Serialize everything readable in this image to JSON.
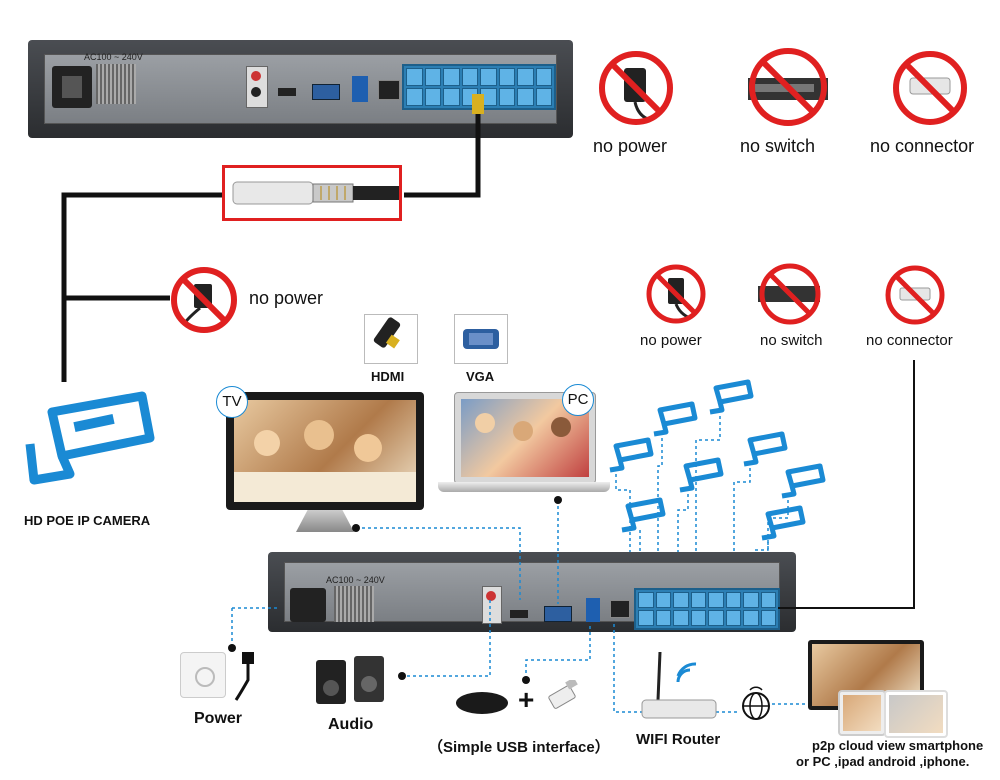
{
  "top_nvr": {
    "ac_label": "AC100 ~ 240V"
  },
  "top_no_items": [
    {
      "label": "no power",
      "icon": "power-adapter-icon"
    },
    {
      "label": "no switch",
      "icon": "network-switch-icon"
    },
    {
      "label": "no connector",
      "icon": "connector-icon"
    }
  ],
  "left_no_power": {
    "label": "no power",
    "icon": "power-adapter-icon"
  },
  "camera_label": "HD POE IP CAMERA",
  "mid_no_items": [
    {
      "label": "no power",
      "icon": "power-adapter-icon"
    },
    {
      "label": "no switch",
      "icon": "network-switch-icon"
    },
    {
      "label": "no connector",
      "icon": "connector-icon"
    }
  ],
  "outputs": {
    "hdmi": "HDMI",
    "vga": "VGA",
    "tv": "TV",
    "pc": "PC"
  },
  "bottom_nvr": {
    "ac_label": "AC100 ~ 240V"
  },
  "peripherals": {
    "power": "Power",
    "audio": "Audio",
    "usb": "（Simple USB interface）",
    "plus": "+",
    "router": "WIFI Router",
    "p2p_line1": "p2p cloud view smartphone",
    "p2p_line2": "or PC ,ipad android ,iphone."
  },
  "colors": {
    "accent_blue": "#1a8ad4",
    "no_red": "#e02020",
    "port_blue": "#5fb3e6"
  }
}
